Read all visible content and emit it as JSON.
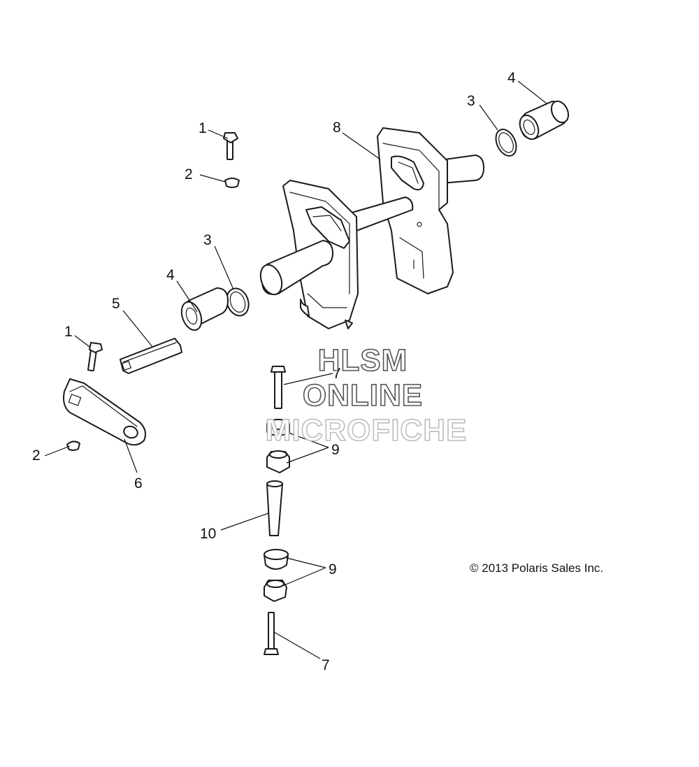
{
  "callouts": {
    "c1_top": "1",
    "c2_top": "2",
    "c3_left": "3",
    "c4_left": "4",
    "c5": "5",
    "c1_left": "1",
    "c2_left": "2",
    "c6": "6",
    "c8": "8",
    "c3_right": "3",
    "c4_right": "4",
    "c7_top": "7",
    "c9_top": "9",
    "c10": "10",
    "c9_bottom": "9",
    "c7_bottom": "7"
  },
  "copyright": "© 2013 Polaris Sales Inc.",
  "watermark": {
    "line1": "HLSM",
    "line2": "ONLINE",
    "line3": "MICROFICHE"
  },
  "colors": {
    "line": "#1a1a1a",
    "background": "#ffffff"
  }
}
